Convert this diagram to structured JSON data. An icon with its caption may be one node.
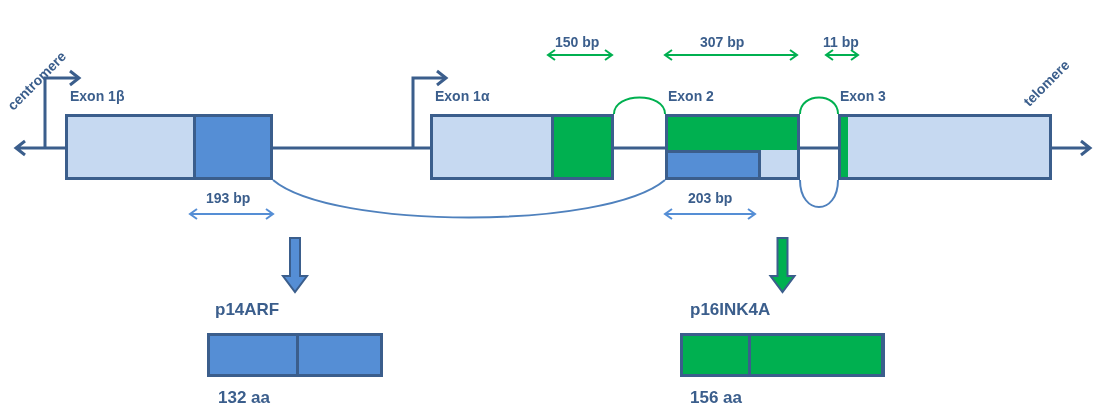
{
  "diagram": {
    "nodes": [
      {
        "text": [
          "Exon 1β"
        ]
      },
      {
        "text": [
          "Exon 1α"
        ]
      },
      {
        "text": [
          "Exon 2"
        ]
      },
      {
        "text": [
          "Exon 3"
        ]
      },
      {
        "text": [
          "p14ARF"
        ],
        "beside": [
          "132 aa"
        ]
      },
      {
        "text": [
          "p16INK4A"
        ],
        "beside": [
          "156 aa"
        ]
      }
    ],
    "edges": [
      {
        "from": 0,
        "to": null,
        "arrow": "to"
      },
      {
        "from": 0,
        "to": 1,
        "arrow": "none"
      },
      {
        "from": 1,
        "to": 2,
        "arrow": "none"
      },
      {
        "from": 2,
        "to": 3,
        "arrow": "none"
      },
      {
        "from": 3,
        "to": null,
        "arrow": "to"
      },
      {
        "from": 0,
        "to": 2,
        "arrow": "none",
        "color": "#4f81bd"
      },
      {
        "from": 1,
        "to": 2,
        "arrow": "none",
        "color": "#00b050"
      },
      {
        "from": 2,
        "to": 3,
        "arrow": "none",
        "color": "#00b050"
      },
      {
        "from": 2,
        "to": 3,
        "arrow": "none",
        "color": "#4f81bd"
      },
      {
        "from": null,
        "to": 4,
        "arrow": "to",
        "style": "thick",
        "color": "#558ed5"
      },
      {
        "from": null,
        "to": 5,
        "arrow": "to",
        "style": "thick",
        "color": "#00b050"
      }
    ],
    "labels": [
      "centromere",
      "150 bp",
      "307 bp",
      "11 bp",
      "telomere",
      "193 bp",
      "203 bp"
    ]
  }
}
